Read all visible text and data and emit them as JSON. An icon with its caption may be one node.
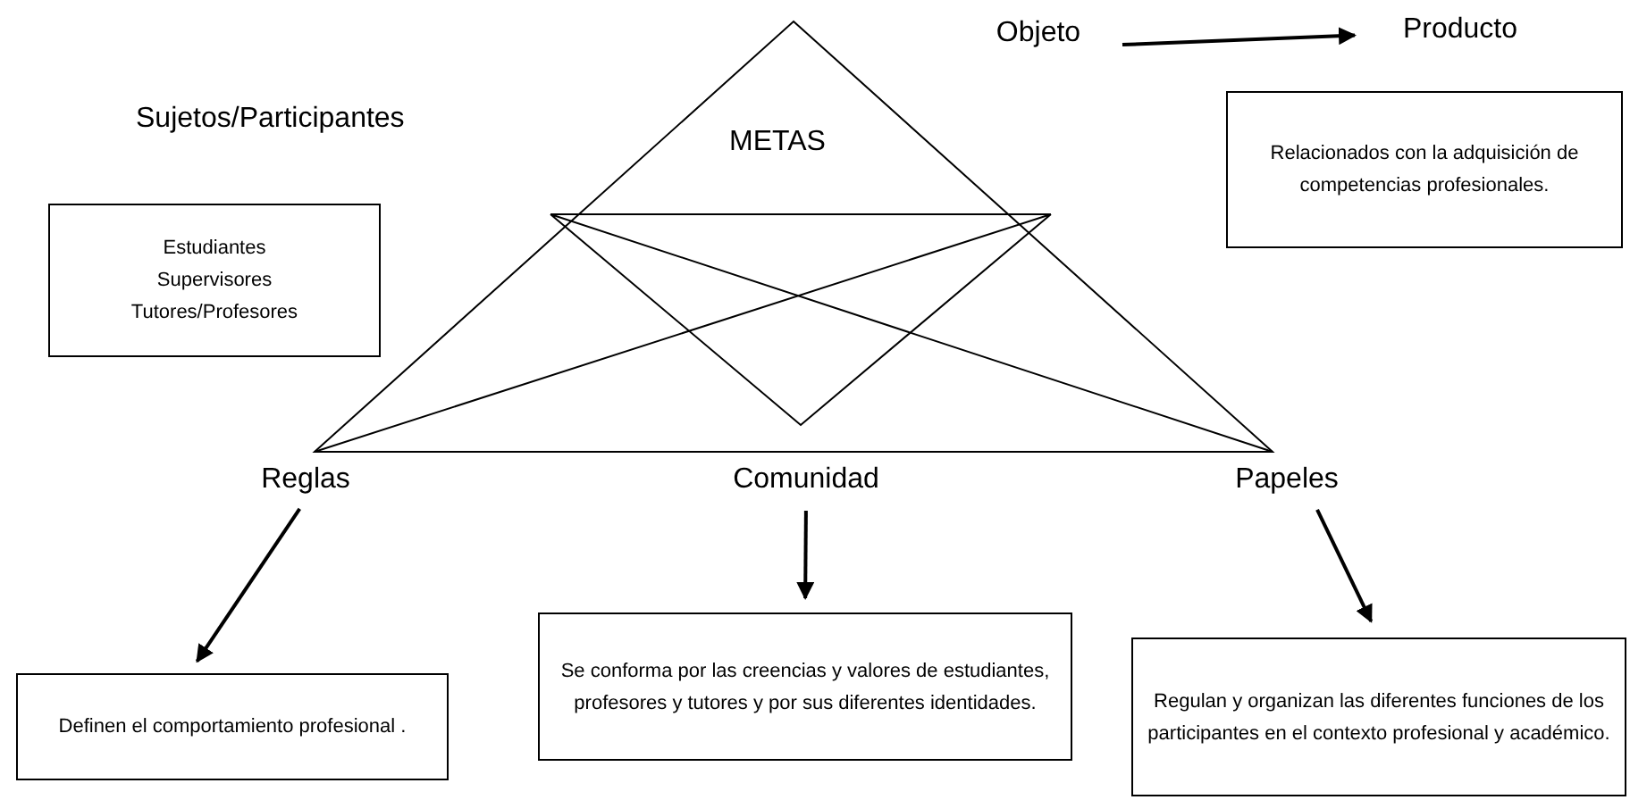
{
  "diagram": {
    "nodes": [
      {
        "text": [
          "Objeto"
        ]
      },
      {
        "text": [
          "Producto"
        ]
      },
      {
        "text": [
          "Relacionados con la adquisición de competencias profesionales."
        ]
      },
      {
        "text": [
          "Estudiantes",
          "Supervisores",
          "Tutores/Profesores"
        ]
      },
      {
        "text": [
          "Reglas"
        ]
      },
      {
        "text": [
          "Comunidad"
        ]
      },
      {
        "text": [
          "Papeles"
        ]
      },
      {
        "text": [
          "Definen el comportamiento profesional ."
        ]
      },
      {
        "text": [
          "Se conforma por las creencias y valores de estudiantes, profesores y tutores y por sus diferentes identidades."
        ]
      },
      {
        "text": [
          "Regulan y organizan las diferentes funciones de los participantes en el contexto profesional y académico."
        ]
      }
    ],
    "edges": [
      {
        "from": 0,
        "to": 1,
        "arrow": "to"
      },
      {
        "from": 4,
        "to": 7,
        "arrow": "to"
      },
      {
        "from": 5,
        "to": 8,
        "arrow": "to"
      },
      {
        "from": 6,
        "to": 9,
        "arrow": "to"
      }
    ],
    "labels": [
      "Sujetos/Participantes",
      "METAS"
    ]
  }
}
